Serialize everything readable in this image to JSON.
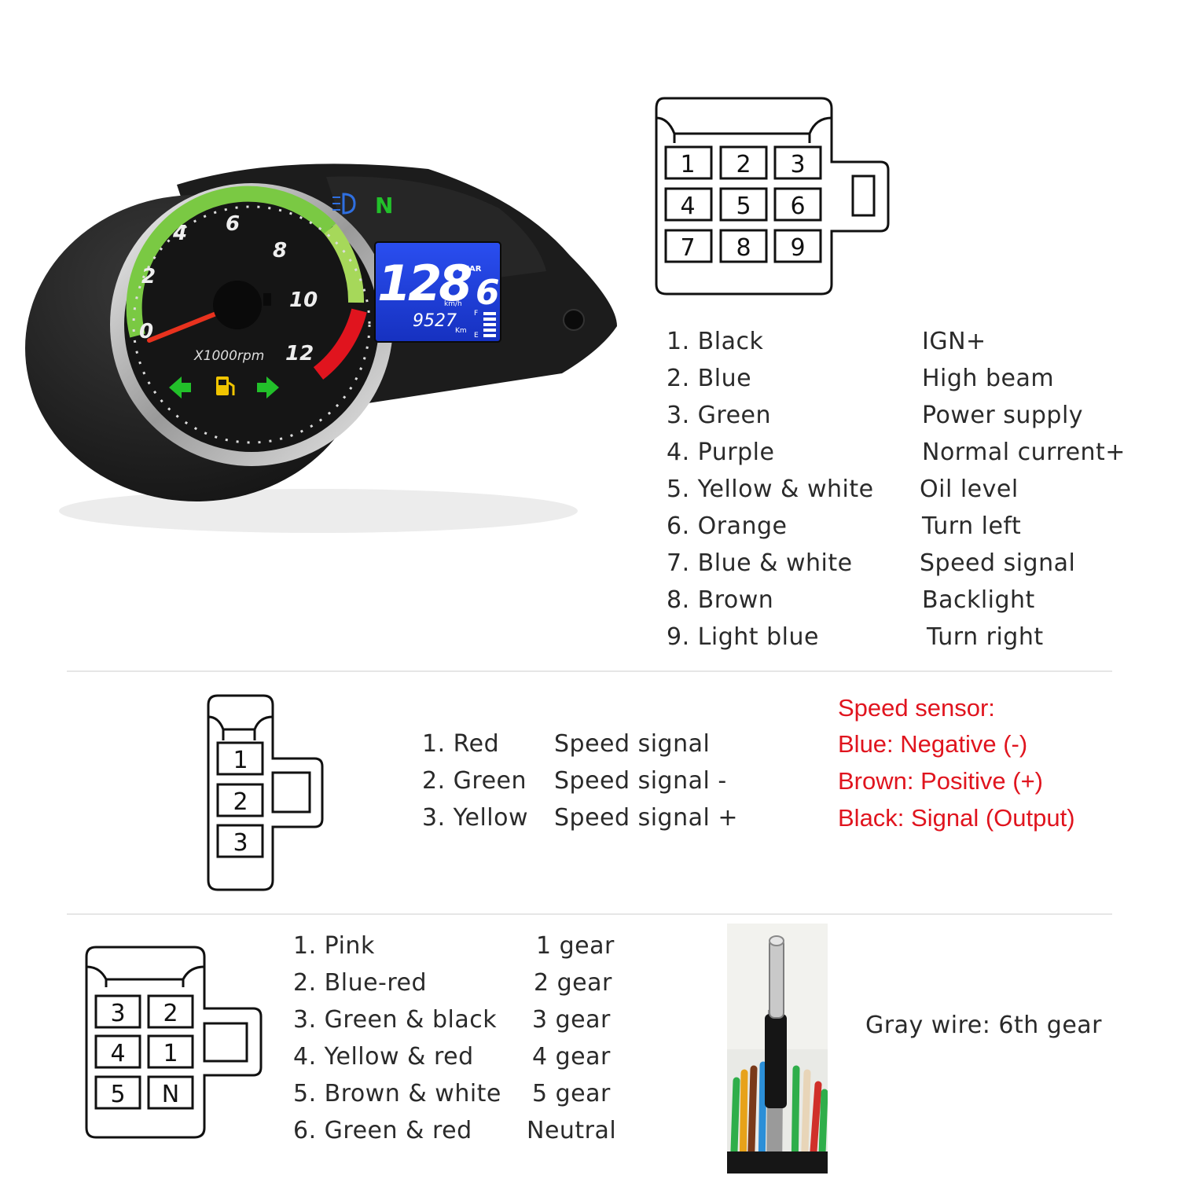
{
  "gauge": {
    "rpm_ticks": [
      "0",
      "2",
      "4",
      "6",
      "8",
      "10",
      "12"
    ],
    "rpm_label": "X1000rpm",
    "neutral_indicator": "N",
    "lcd": {
      "speed": "128",
      "speed_unit": "km/h",
      "gear_label": "GEAR",
      "gear": "6",
      "odometer": "9527",
      "odometer_unit": "Km",
      "fuel_full": "F",
      "fuel_empty": "E"
    },
    "icons": [
      "turn-left-arrow-icon",
      "fuel-icon",
      "turn-right-arrow-icon",
      "high-beam-icon"
    ],
    "colors": {
      "green_band": "#7ac943",
      "red_band": "#e0141e",
      "needle": "#e8321e",
      "lcd": "#1e3fd8",
      "turn_indicator": "#22c02a",
      "fuel_indicator": "#f0c400"
    }
  },
  "connector9": {
    "pins": [
      "1",
      "2",
      "3",
      "4",
      "5",
      "6",
      "7",
      "8",
      "9"
    ],
    "wires": [
      {
        "color": "1. Black",
        "function": "IGN+"
      },
      {
        "color": "2. Blue",
        "function": "High beam"
      },
      {
        "color": "3. Green",
        "function": "Power supply"
      },
      {
        "color": "4. Purple",
        "function": "Normal current+"
      },
      {
        "color": "5. Yellow & white",
        "function": "Oil level"
      },
      {
        "color": "6. Orange",
        "function": "Turn left"
      },
      {
        "color": "7. Blue & white",
        "function": "Speed signal"
      },
      {
        "color": "8. Brown",
        "function": "Backlight"
      },
      {
        "color": "9. Light blue",
        "function": "Turn right"
      }
    ]
  },
  "connector3": {
    "pins": [
      "1",
      "2",
      "3"
    ],
    "wires": [
      {
        "color": "1.  Red",
        "function": "Speed signal"
      },
      {
        "color": "2. Green",
        "function": "Speed signal -"
      },
      {
        "color": "3. Yellow",
        "function": "Speed signal +"
      }
    ]
  },
  "speed_sensor": {
    "title": "Speed sensor:",
    "lines": [
      "Blue:  Negative (-)",
      "Brown:  Positive (+)",
      "Black:  Signal (Output)"
    ],
    "color": "#e0141e"
  },
  "connector6": {
    "pins": [
      "3",
      "2",
      "4",
      "1",
      "5",
      "N"
    ],
    "wires": [
      {
        "color": "1. Pink",
        "function": "1 gear"
      },
      {
        "color": "2. Blue-red",
        "function": "2 gear"
      },
      {
        "color": "3. Green & black",
        "function": "3 gear"
      },
      {
        "color": "4. Yellow & red",
        "function": "4 gear"
      },
      {
        "color": "5. Brown & white",
        "function": "5 gear"
      },
      {
        "color": "6. Green & red",
        "function": "Neutral"
      }
    ]
  },
  "gray_wire_note": "Gray wire: 6th gear"
}
